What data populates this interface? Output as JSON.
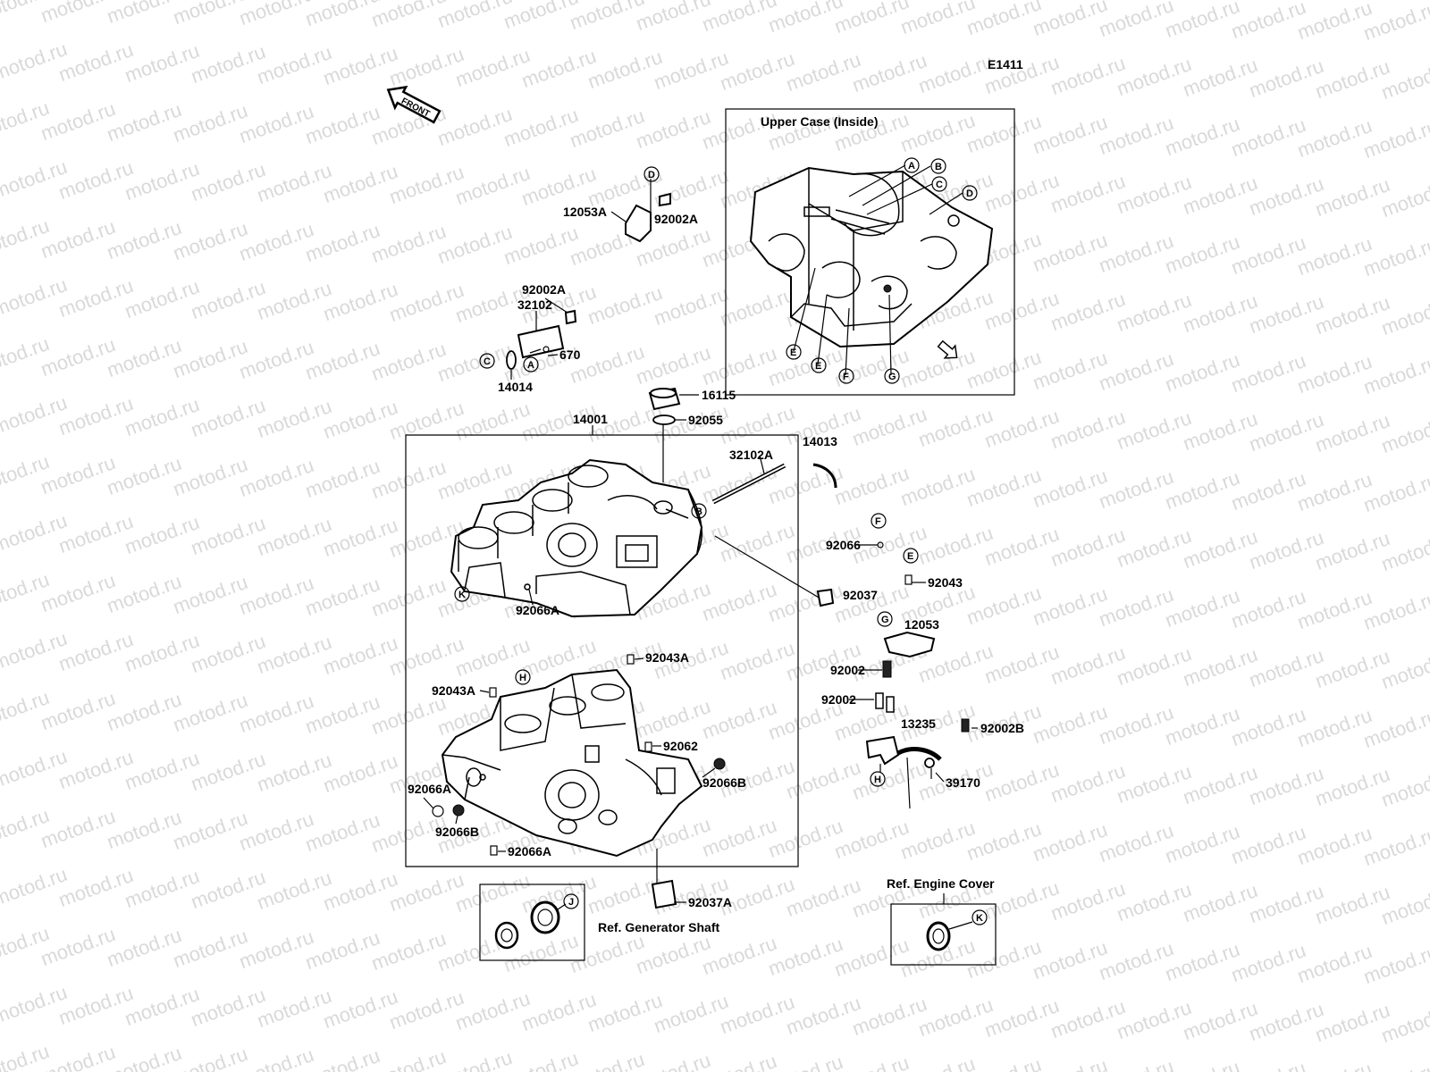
{
  "diagram_code": "E1411",
  "front_label": "FRONT",
  "watermark": "motod.ru",
  "titles": {
    "upper_case": "Upper Case (Inside)",
    "generator_shaft": "Ref. Generator Shaft",
    "engine_cover": "Ref. Engine Cover"
  },
  "parts": {
    "p12053A": "12053A",
    "p92002A_top": "92002A",
    "p92002A_mid": "92002A",
    "p32102": "32102",
    "p670": "670",
    "p14014": "14014",
    "p16115": "16115",
    "p92055": "92055",
    "p14001": "14001",
    "p32102A": "32102A",
    "p14013": "14013",
    "p92066": "92066",
    "p92043": "92043",
    "p92037": "92037",
    "p12053": "12053",
    "p92002_a": "92002",
    "p92002_b": "92002",
    "p13235": "13235",
    "p92002B": "92002B",
    "p39170": "39170",
    "p92066A_up": "92066A",
    "p92043A_r": "92043A",
    "p92043A_l": "92043A",
    "p92062": "92062",
    "p92066A_l": "92066A",
    "p92066B_r": "92066B",
    "p92066B_l": "92066B",
    "p92066A_b": "92066A",
    "p92037A": "92037A"
  },
  "refs": {
    "A": "A",
    "B": "B",
    "C": "C",
    "D": "D",
    "E": "E",
    "F": "F",
    "G": "G",
    "H": "H",
    "J": "J",
    "K": "K"
  }
}
